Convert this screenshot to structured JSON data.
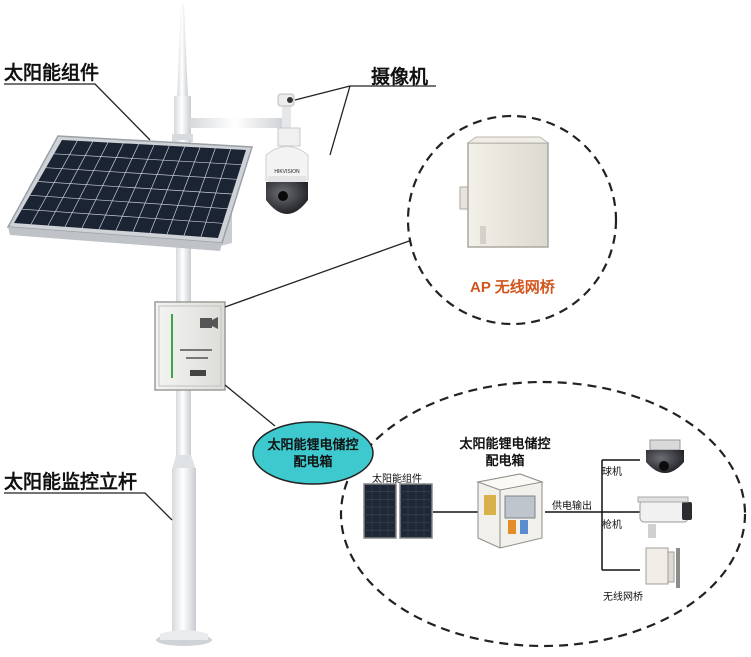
{
  "labels": {
    "solar_module": "太阳能组件",
    "camera": "摄像机",
    "pole": "太阳能监控立杆",
    "ap_bridge": "AP 无线网桥",
    "power_box_line1": "太阳能锂电储控",
    "power_box_line2": "配电箱"
  },
  "detail": {
    "solar_module": "太阳能组件",
    "box_line1": "太阳能锂电储控",
    "box_line2": "配电箱",
    "power_output": "供电输出",
    "dome_camera": "球机",
    "bullet_camera": "枪机",
    "wireless_bridge": "无线网桥"
  },
  "camera_brand": "HIKVISION",
  "colors": {
    "ap_text": "#d2551e",
    "badge_fill": "#3ec9cf",
    "panel_cell": "#1b2433",
    "pole": "#eef0f2"
  }
}
